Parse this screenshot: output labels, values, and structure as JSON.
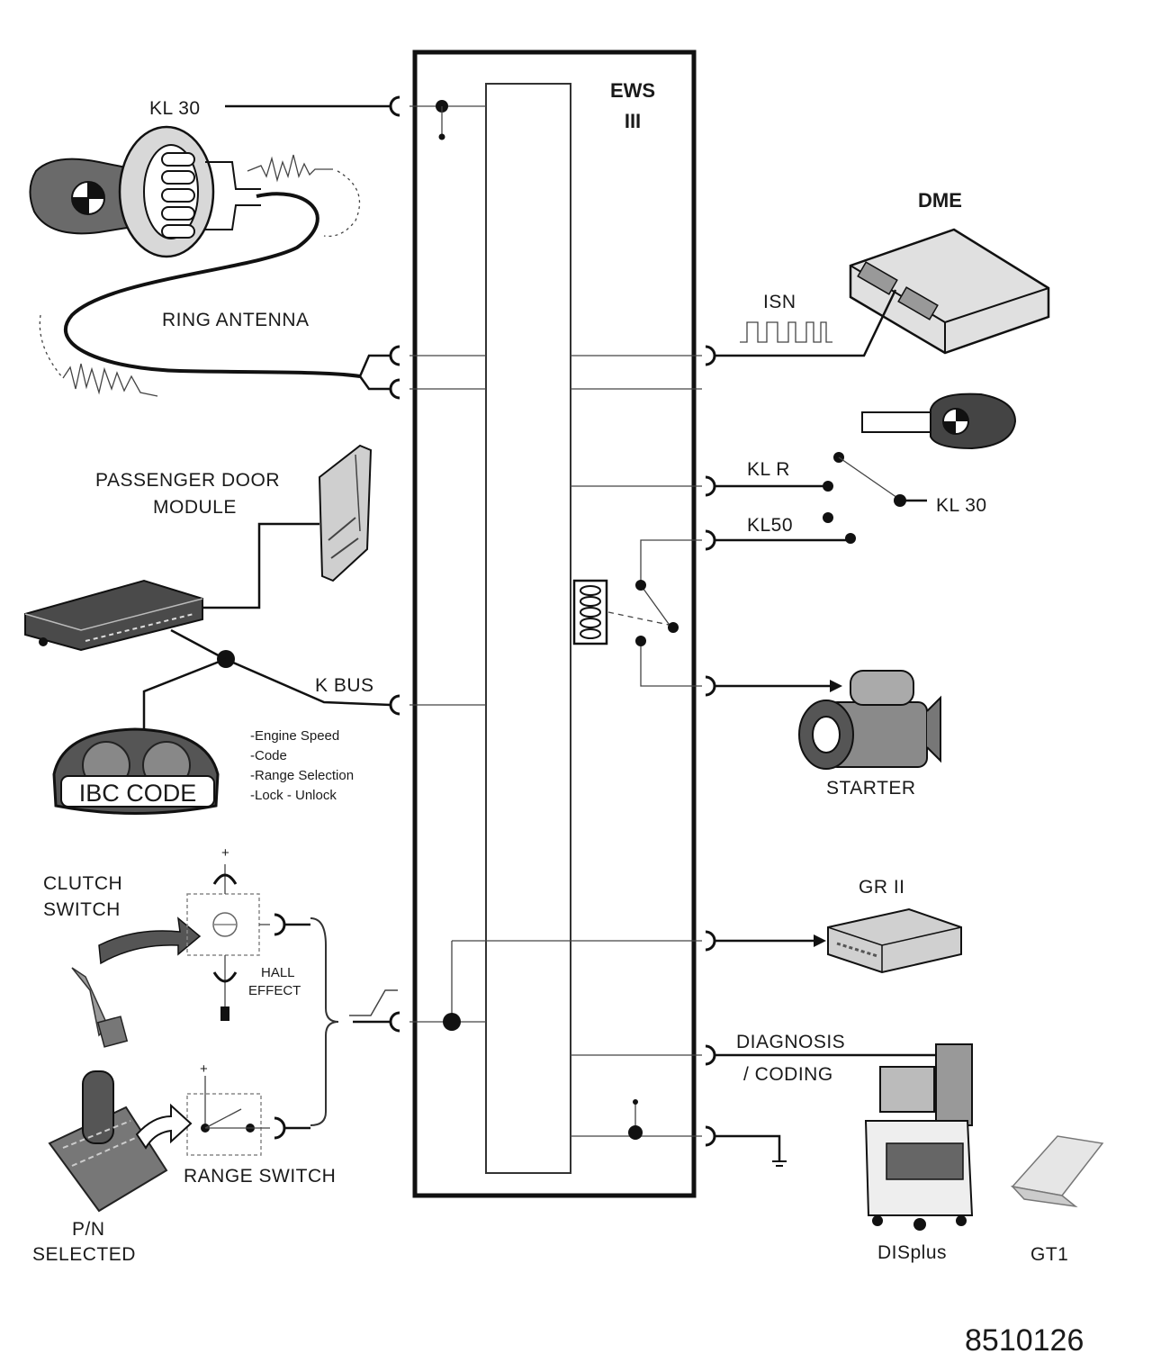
{
  "module": {
    "title_line1": "EWS",
    "title_line2": "III"
  },
  "labels": {
    "kl30_top": "KL 30",
    "ring_antenna": "RING ANTENNA",
    "passenger_door_line1": "PASSENGER DOOR",
    "passenger_door_line2": "MODULE",
    "kbus": "K BUS",
    "kbus_notes": [
      "-Engine Speed",
      "-Code",
      "-Range Selection",
      "-Lock - Unlock"
    ],
    "ibc_code": "IBC CODE",
    "clutch_line1": "CLUTCH",
    "clutch_line2": "SWITCH",
    "hall_line1": "HALL",
    "hall_line2": "EFFECT",
    "range_switch": "RANGE SWITCH",
    "pn_line1": "P/N",
    "pn_line2": "SELECTED",
    "dme": "DME",
    "isn": "ISN",
    "klr": "KL R",
    "kl30_right": "KL 30",
    "kl50": "KL50",
    "starter": "STARTER",
    "grii": "GR II",
    "diagnosis_line1": "DIAGNOSIS",
    "diagnosis_line2": "/ CODING",
    "displus": "DISplus",
    "gt1": "GT1",
    "figure_number": "8510126"
  },
  "icons": [
    "key-icon",
    "ring-antenna-icon",
    "door-module-icon",
    "control-unit-icon",
    "instrument-cluster-icon",
    "clutch-pedal-icon",
    "gear-selector-icon",
    "dme-unit-icon",
    "starter-motor-icon",
    "gearbox-control-icon",
    "diagnostic-cart-icon",
    "laptop-icon",
    "relay-coil-icon",
    "ground-icon"
  ]
}
